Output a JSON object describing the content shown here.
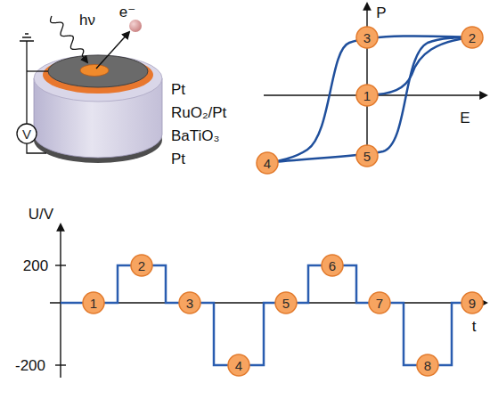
{
  "diagram": {
    "nodes": [
      {
        "text": [
          "V"
        ]
      },
      {
        "text": [
          "1"
        ]
      },
      {
        "text": [
          "2"
        ]
      },
      {
        "text": [
          "3"
        ]
      },
      {
        "text": [
          "4"
        ]
      },
      {
        "text": [
          "5"
        ]
      },
      {
        "text": [
          "1"
        ]
      },
      {
        "text": [
          "2"
        ]
      },
      {
        "text": [
          "3"
        ]
      },
      {
        "text": [
          "4"
        ]
      },
      {
        "text": [
          "5"
        ]
      },
      {
        "text": [
          "6"
        ]
      },
      {
        "text": [
          "7"
        ]
      },
      {
        "text": [
          "8"
        ]
      },
      {
        "text": [
          "9"
        ]
      }
    ],
    "labels": [
      "hν",
      "e⁻",
      "Pt",
      "RuO₂/Pt",
      "BaTiO₃",
      "Pt",
      "P",
      "E",
      "U/V",
      "200",
      "-200",
      "t"
    ]
  }
}
